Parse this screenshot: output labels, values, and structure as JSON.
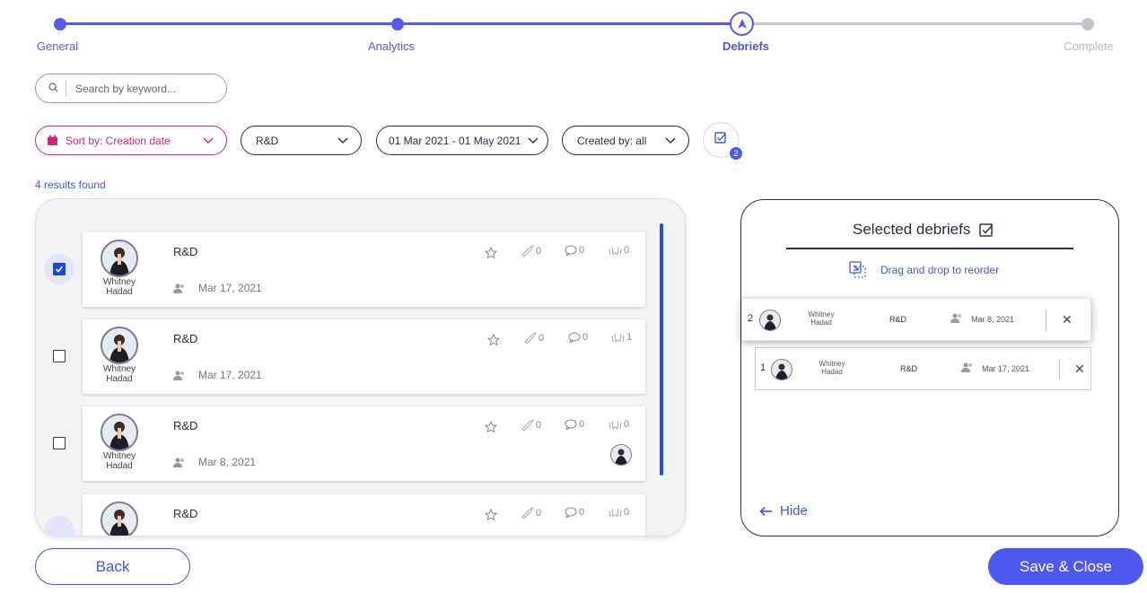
{
  "stepper": {
    "steps": [
      {
        "label": "General",
        "state": "done"
      },
      {
        "label": "Analytics",
        "state": "done"
      },
      {
        "label": "Debriefs",
        "state": "current"
      },
      {
        "label": "Complete",
        "state": "pending"
      }
    ],
    "colors": {
      "active": "#5a5ae6",
      "inactive": "#c4c5cb"
    }
  },
  "search": {
    "placeholder": "Search by keyword...",
    "value": ""
  },
  "filters": {
    "sort_label": "Sort by: Creation date",
    "department": "R&D",
    "date_range": "01 Mar 2021 - 01 May 2021",
    "created_by": "Created by: all",
    "selected_count": "2"
  },
  "results_text": "4 results found",
  "debriefs": [
    {
      "author": "Whitney Hadad",
      "title": "R&D",
      "date": "Mar 17, 2021",
      "checked": true,
      "stats": {
        "rockets": "0",
        "comments": "0",
        "claps": "0"
      }
    },
    {
      "author": "Whitney Hadad",
      "title": "R&D",
      "date": "Mar 17, 2021",
      "checked": false,
      "stats": {
        "rockets": "0",
        "comments": "0",
        "claps": "1"
      }
    },
    {
      "author": "Whitney Hadad",
      "title": "R&D",
      "date": "Mar 8, 2021",
      "checked": false,
      "stats": {
        "rockets": "0",
        "comments": "0",
        "claps": "0"
      }
    },
    {
      "author": "",
      "title": "R&D",
      "date": "",
      "checked": false,
      "stats": {
        "rockets": "0",
        "comments": "0",
        "claps": "0"
      }
    }
  ],
  "selected_panel": {
    "title": "Selected debriefs",
    "drag_note": "Drag and drop to reorder",
    "items": [
      {
        "order": "2",
        "author": "Whitney Hadad",
        "title": "R&D",
        "date": "Mar 8, 2021"
      },
      {
        "order": "1",
        "author": "Whitney Hadad",
        "title": "R&D",
        "date": "Mar 17, 2021"
      }
    ],
    "hide_label": "Hide"
  },
  "buttons": {
    "back": "Back",
    "save": "Save & Close"
  },
  "colors": {
    "accent": "#5059ef",
    "sort_pink": "#d0267a",
    "link_blue": "#4756d8"
  }
}
